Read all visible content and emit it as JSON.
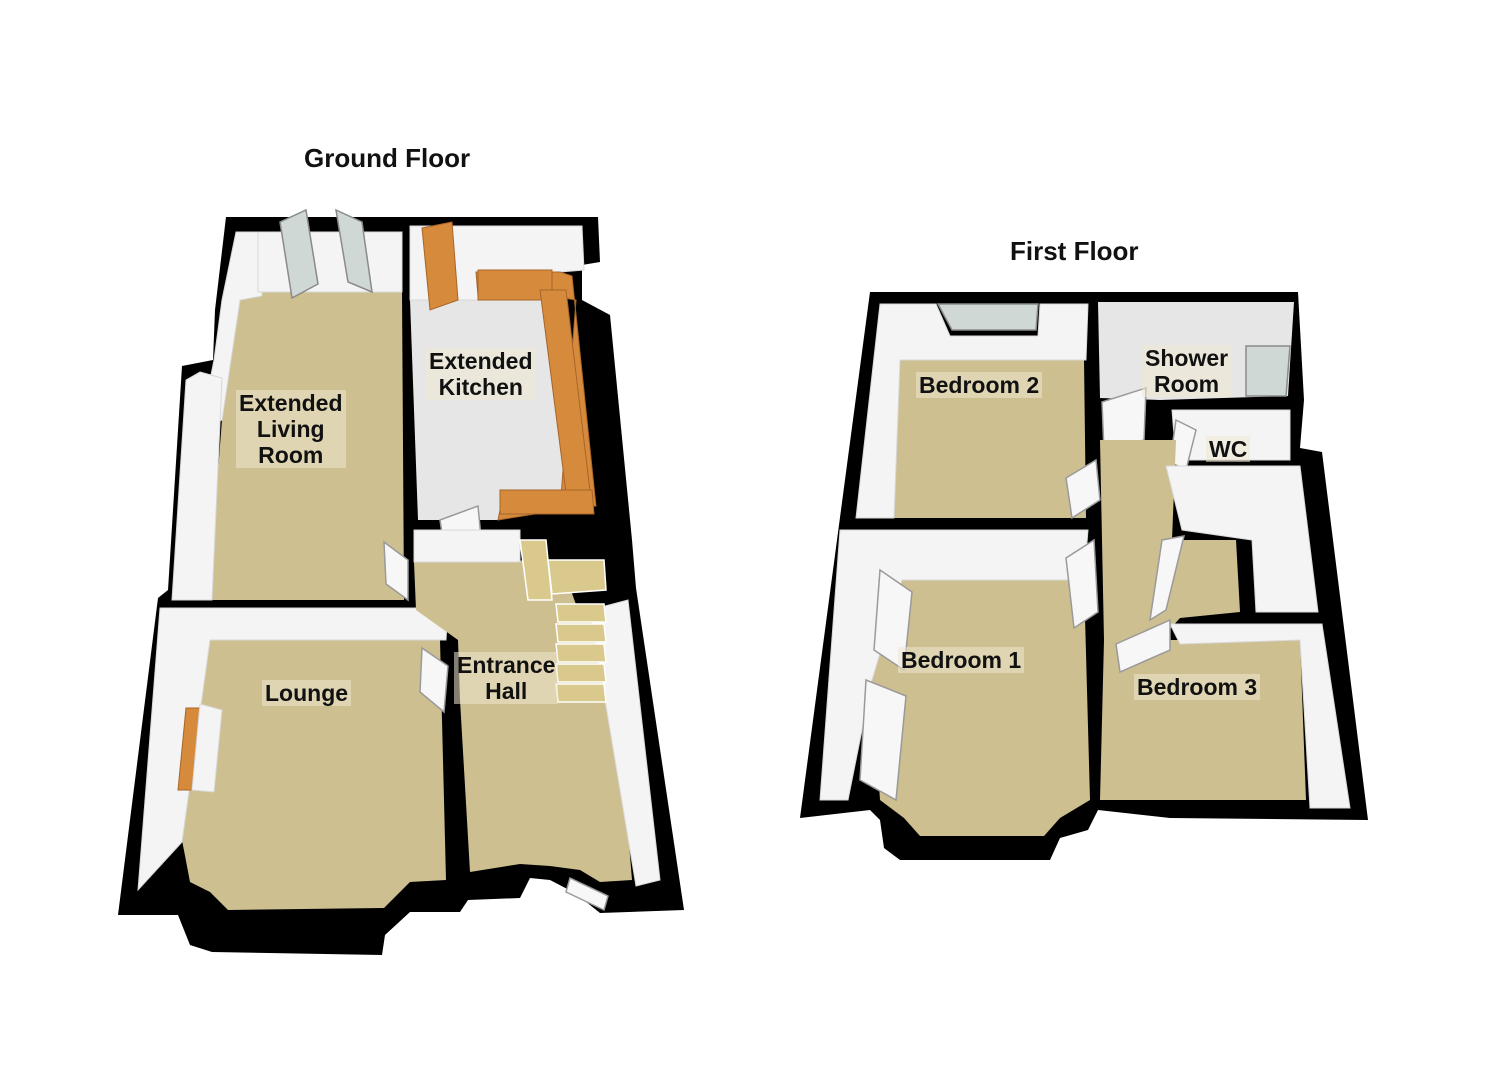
{
  "floors": {
    "ground": {
      "title": "Ground Floor",
      "rooms": {
        "extended_living_room": "Extended\nLiving\nRoom",
        "extended_kitchen": "Extended\nKitchen",
        "lounge": "Lounge",
        "entrance_hall": "Entrance\nHall"
      }
    },
    "first": {
      "title": "First Floor",
      "rooms": {
        "bedroom_2": "Bedroom 2",
        "shower_room": "Shower\nRoom",
        "wc": "WC",
        "bedroom_1": "Bedroom 1",
        "bedroom_3": "Bedroom 3"
      }
    }
  },
  "colors": {
    "wall": "#000000",
    "carpet": "#cdbf8f",
    "tile_floor": "#e6e6e6",
    "worktop": "#d68a3c",
    "interior_wall": "#f4f4f4"
  }
}
